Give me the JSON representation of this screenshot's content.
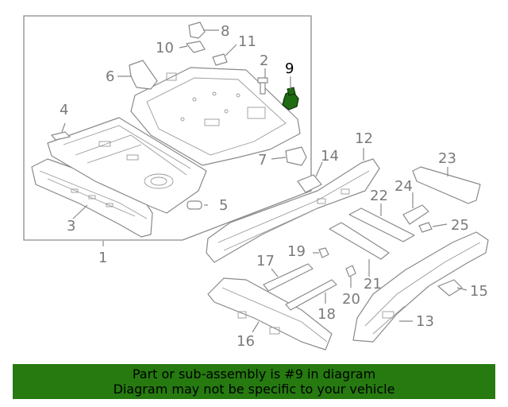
{
  "diagram": {
    "highlight_color": "#1f6b12",
    "labels": [
      "1",
      "2",
      "3",
      "4",
      "5",
      "6",
      "7",
      "8",
      "9",
      "10",
      "11",
      "12",
      "13",
      "14",
      "15",
      "16",
      "17",
      "18",
      "19",
      "20",
      "21",
      "22",
      "23",
      "24",
      "25"
    ]
  },
  "banner": {
    "background": "#267a10",
    "line1": "Part or sub-assembly is #9 in diagram",
    "line2": "Diagram may not be specific to your vehicle"
  }
}
